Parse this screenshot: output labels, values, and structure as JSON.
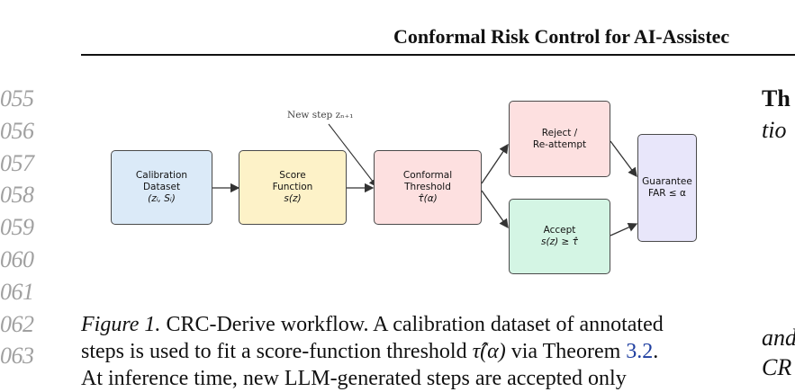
{
  "header": {
    "running_title": "Conformal Risk Control for AI-Assistec"
  },
  "line_numbers": [
    "055",
    "056",
    "057",
    "058",
    "059",
    "060",
    "061",
    "062",
    "063"
  ],
  "figure": {
    "boxes": {
      "calibration": {
        "line1": "Calibration",
        "line2": "Dataset",
        "line3": "(zᵢ, Sᵢ)"
      },
      "score": {
        "line1": "Score",
        "line2": "Function",
        "line3": "s(z)"
      },
      "conformal": {
        "line1": "Conformal",
        "line2": "Threshold",
        "line3": "τ̂(α)"
      },
      "reject": {
        "line1": "Reject /",
        "line2": "Re-attempt"
      },
      "accept": {
        "line1": "Accept",
        "line2": "s(z) ≥ τ̂"
      },
      "guarantee": {
        "line1": "Guarantee",
        "line2": "FAR ≤ α"
      }
    },
    "new_step_label": "New step zₙ₊₁",
    "colors": {
      "calibration": "#dbeaf8",
      "score": "#fdf2c8",
      "conformal": "#fde0e0",
      "reject": "#fde0e0",
      "accept": "#d4f5e4",
      "guarantee": "#e8e6fa"
    }
  },
  "caption": {
    "label": "Figure 1.",
    "line1_rest": " CRC-Derive workflow. A calibration dataset of annotated",
    "line2_a": "steps is used to fit a score-function threshold ",
    "line2_math": "τ̂(α)",
    "line2_b": " via Theorem ",
    "line2_ref": "3.2",
    "line2_c": ".",
    "line3": "At inference time, new LLM-generated steps are accepted only"
  },
  "right_column": {
    "top_heading": "Th",
    "top_italic": "tio",
    "bottom_italic_1": "and",
    "bottom_italic_2": "CR"
  }
}
